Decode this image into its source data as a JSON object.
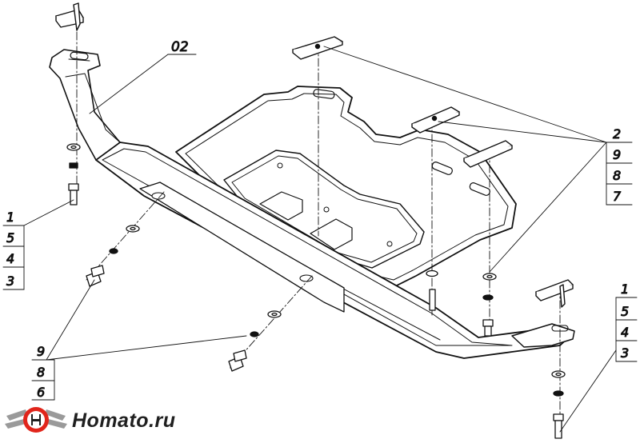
{
  "diagram": {
    "part_label": "02",
    "callout_top_right": [
      "2",
      "9",
      "8",
      "7"
    ],
    "callout_left": [
      "1",
      "5",
      "4",
      "3"
    ],
    "callout_right": [
      "1",
      "5",
      "4",
      "3"
    ],
    "callout_bottom_left": [
      "9",
      "8",
      "6"
    ]
  },
  "brand": {
    "name": "Homato.ru",
    "colors": {
      "red": "#e1251b",
      "gray": "#9a9a9a",
      "dark": "#1f1f1f"
    }
  }
}
